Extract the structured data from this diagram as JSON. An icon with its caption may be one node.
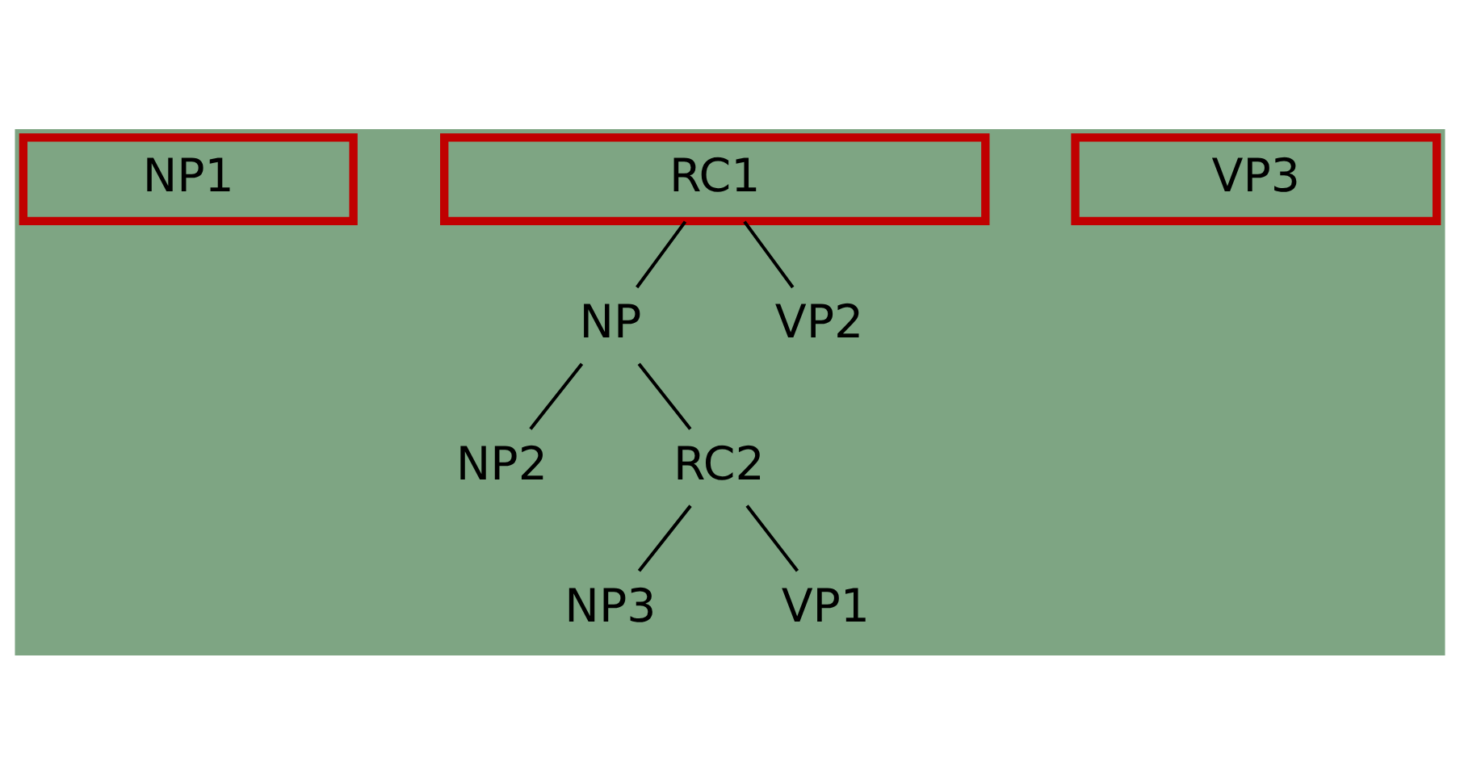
{
  "diagram": {
    "nodes": [
      {
        "text": [
          "NP1"
        ]
      },
      {
        "text": [
          "RC1"
        ]
      },
      {
        "text": [
          "VP3"
        ]
      },
      {
        "text": [
          "NP"
        ]
      },
      {
        "text": [
          "VP2"
        ]
      },
      {
        "text": [
          "NP2"
        ]
      },
      {
        "text": [
          "RC2"
        ]
      },
      {
        "text": [
          "NP3"
        ]
      },
      {
        "text": [
          "VP1"
        ]
      }
    ],
    "edges": [
      {
        "from": 1,
        "to": 3,
        "arrow": "none"
      },
      {
        "from": 1,
        "to": 4,
        "arrow": "none"
      },
      {
        "from": 3,
        "to": 5,
        "arrow": "none"
      },
      {
        "from": 3,
        "to": 6,
        "arrow": "none"
      },
      {
        "from": 6,
        "to": 7,
        "arrow": "none"
      },
      {
        "from": 6,
        "to": 8,
        "arrow": "none"
      }
    ]
  }
}
